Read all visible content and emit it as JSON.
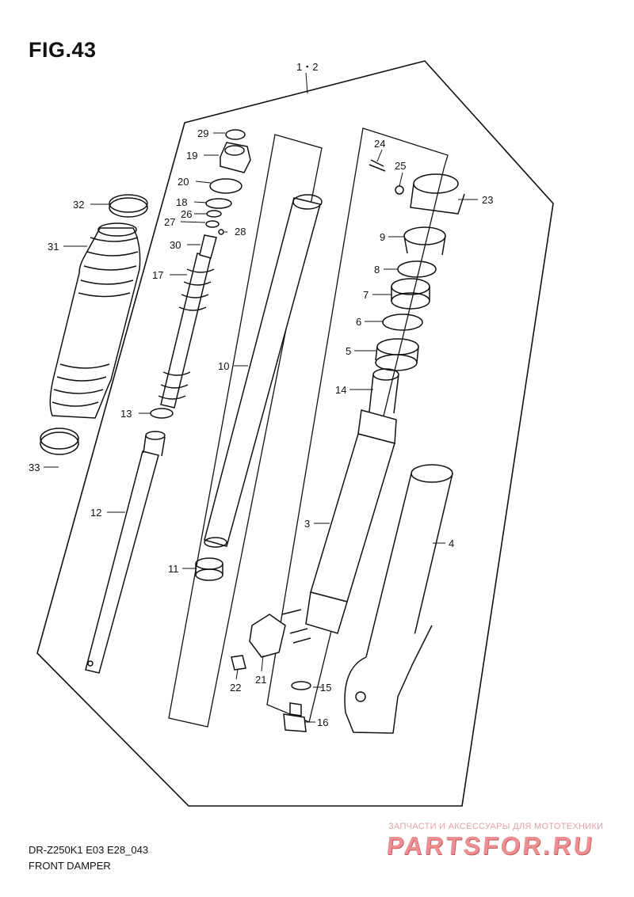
{
  "figure": {
    "title": "FIG.43",
    "assembly_label": "1・2",
    "model_code": "DR-Z250K1 E03 E28_043",
    "caption": "FRONT DAMPER"
  },
  "watermark": {
    "tagline": "ЗАПЧАСТИ И АКСЕССУАРЫ ДЛЯ МОТОТЕХНИКИ",
    "brand": "PARTSFOR.RU"
  },
  "callouts": {
    "c3": "3",
    "c4": "4",
    "c5": "5",
    "c6": "6",
    "c7": "7",
    "c8": "8",
    "c9": "9",
    "c10": "10",
    "c11": "11",
    "c12": "12",
    "c13": "13",
    "c14": "14",
    "c15": "15",
    "c16": "16",
    "c17": "17",
    "c18": "18",
    "c19": "19",
    "c20": "20",
    "c21": "21",
    "c22": "22",
    "c23": "23",
    "c24": "24",
    "c25": "25",
    "c26": "26",
    "c27": "27",
    "c28": "28",
    "c29": "29",
    "c30": "30",
    "c31": "31",
    "c32": "32",
    "c33": "33"
  }
}
